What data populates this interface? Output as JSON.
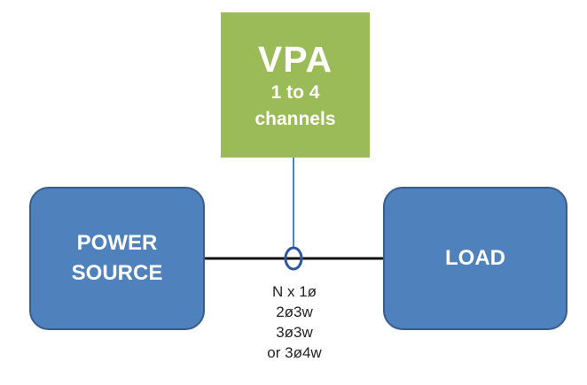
{
  "vpa": {
    "title": "VPA",
    "subtitle_line1": "1 to 4",
    "subtitle_line2": "channels",
    "color": "#9bbb59"
  },
  "power_source": {
    "line1": "POWER",
    "line2": "SOURCE",
    "color": "#4f81bd"
  },
  "load": {
    "label": "LOAD",
    "color": "#4f81bd"
  },
  "wiring": {
    "options": [
      "N x 1ø",
      "2ø3w",
      "3ø3w",
      "or 3ø4w"
    ]
  }
}
